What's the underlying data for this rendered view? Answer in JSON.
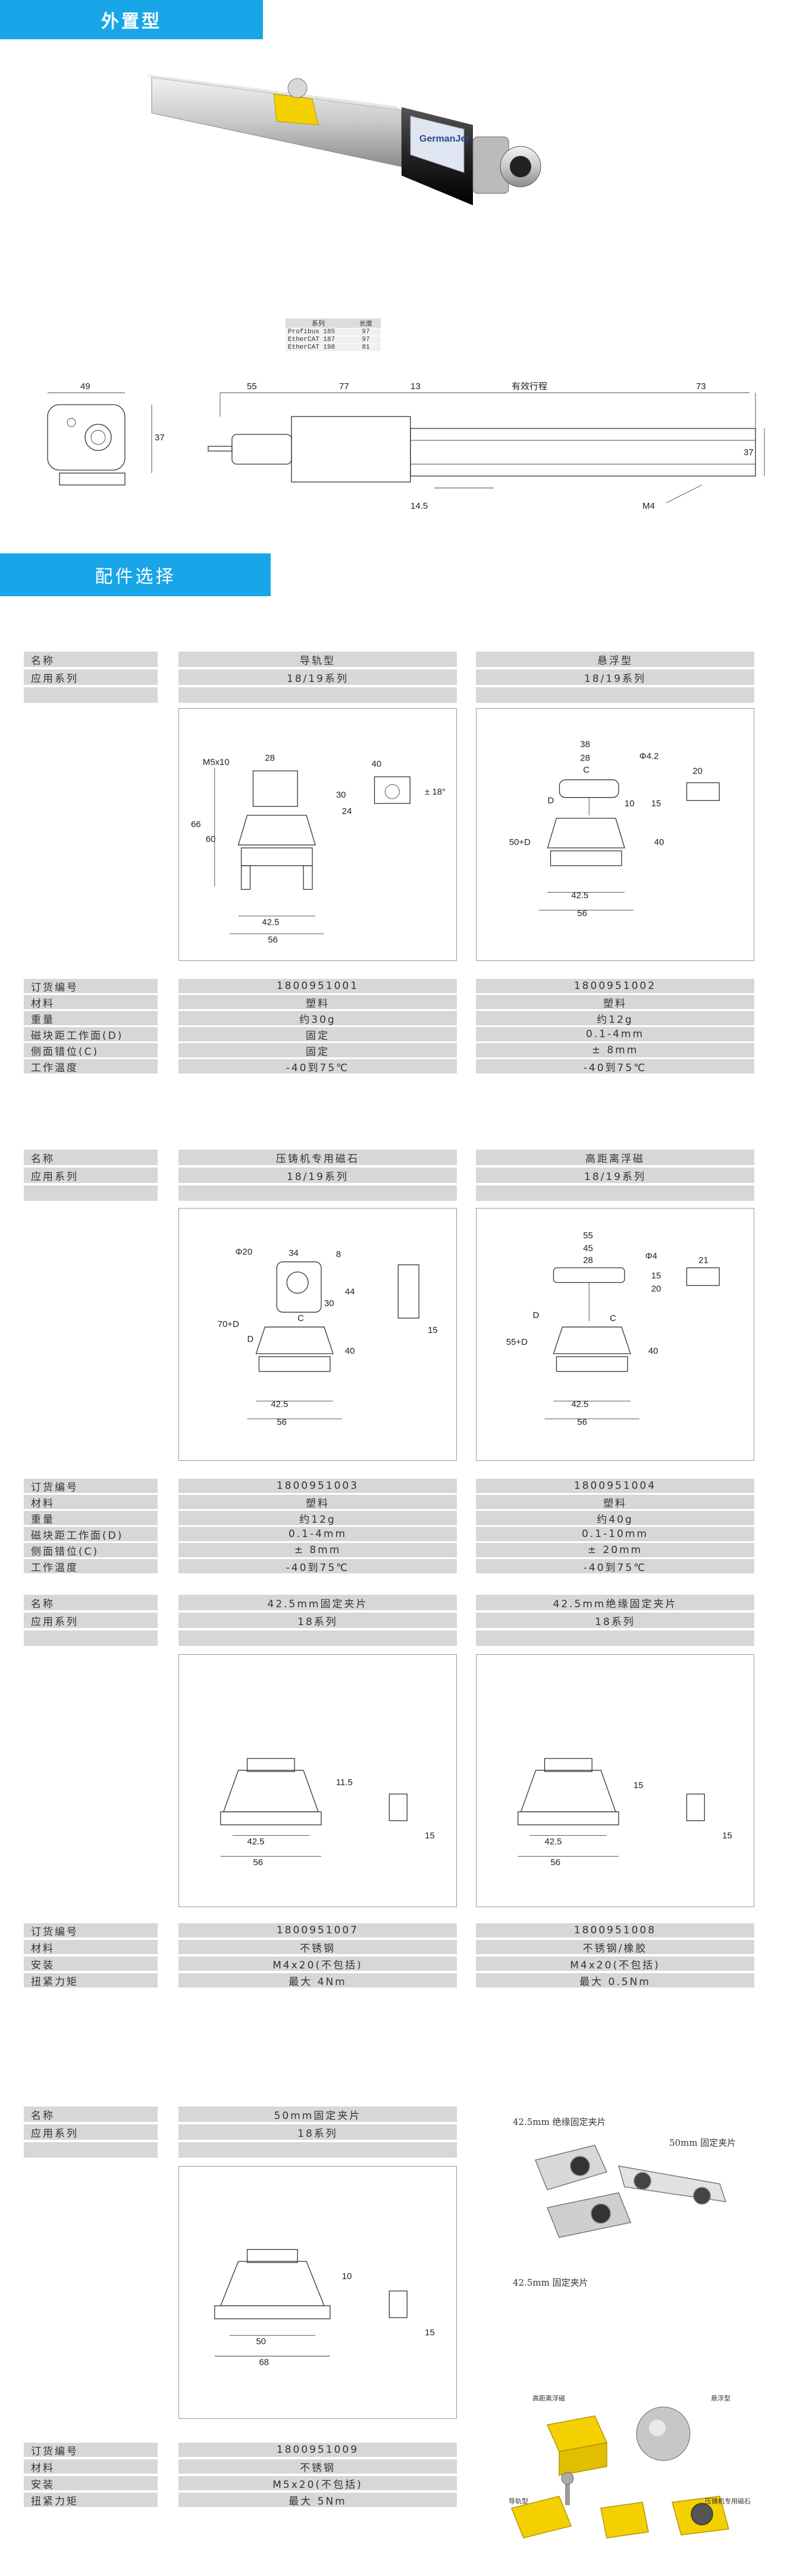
{
  "top_banner": "外置型",
  "accessory_banner": "配件选择",
  "series_table": {
    "headers": [
      "系列",
      "长度"
    ],
    "rows": [
      [
        "Profibus 185",
        "97"
      ],
      [
        "EtherCAT 187",
        "97"
      ],
      [
        "EtherCAT 198",
        "81"
      ]
    ]
  },
  "main_drawing": {
    "dims": [
      "49",
      "37",
      "55",
      "77",
      "13",
      "有效行程",
      "73",
      "37",
      "14.5",
      "M4"
    ]
  },
  "cards": [
    {
      "name_label": "名称",
      "name": "导轨型",
      "series_label": "应用系列",
      "series": "18/19系列",
      "dims": [
        "M5x10",
        "28",
        "40",
        "30",
        "24",
        "± 18°",
        "66",
        "60",
        "42.5",
        "56"
      ],
      "specs": [
        {
          "label": "订货编号",
          "value": "1800951001"
        },
        {
          "label": "材料",
          "value": "塑料"
        },
        {
          "label": "重量",
          "value": "约30g"
        },
        {
          "label": "磁块距工作面(D)",
          "value": "固定"
        },
        {
          "label": "侧面错位(C)",
          "value": "固定"
        },
        {
          "label": "工作温度",
          "value": "-40到75℃"
        }
      ]
    },
    {
      "name_label": "名称",
      "name": "悬浮型",
      "series_label": "应用系列",
      "series": "18/19系列",
      "dims": [
        "38",
        "28",
        "C",
        "Φ4.2",
        "20",
        "D",
        "10",
        "15",
        "50+D",
        "40",
        "42.5",
        "56"
      ],
      "specs": [
        {
          "label": "订货编号",
          "value": "1800951002"
        },
        {
          "label": "材料",
          "value": "塑料"
        },
        {
          "label": "重量",
          "value": "约12g"
        },
        {
          "label": "磁块距工作面(D)",
          "value": "0.1-4mm"
        },
        {
          "label": "侧面错位(C)",
          "value": "± 8mm"
        },
        {
          "label": "工作温度",
          "value": "-40到75℃"
        }
      ]
    },
    {
      "name_label": "名称",
      "name": "压铸机专用磁石",
      "series_label": "应用系列",
      "series": "18/19系列",
      "dims": [
        "Φ20",
        "34",
        "8",
        "44",
        "30",
        "C",
        "70+D",
        "D",
        "40",
        "15",
        "42.5",
        "56"
      ],
      "specs": [
        {
          "label": "订货编号",
          "value": "1800951003"
        },
        {
          "label": "材料",
          "value": "塑料"
        },
        {
          "label": "重量",
          "value": "约12g"
        },
        {
          "label": "磁块距工作面(D)",
          "value": "0.1-4mm"
        },
        {
          "label": "侧面错位(C)",
          "value": "± 8mm"
        },
        {
          "label": "工作温度",
          "value": "-40到75℃"
        }
      ]
    },
    {
      "name_label": "名称",
      "name": "高距离浮磁",
      "series_label": "应用系列",
      "series": "18/19系列",
      "dims": [
        "55",
        "45",
        "28",
        "Φ4",
        "21",
        "15",
        "20",
        "D",
        "C",
        "55+D",
        "40",
        "42.5",
        "56"
      ],
      "specs": [
        {
          "label": "订货编号",
          "value": "1800951004"
        },
        {
          "label": "材料",
          "value": "塑料"
        },
        {
          "label": "重量",
          "value": "约40g"
        },
        {
          "label": "磁块距工作面(D)",
          "value": "0.1-10mm"
        },
        {
          "label": "侧面错位(C)",
          "value": "± 20mm"
        },
        {
          "label": "工作温度",
          "value": "-40到75℃"
        }
      ]
    },
    {
      "name_label": "名称",
      "name": "42.5mm固定夹片",
      "series_label": "应用系列",
      "series": "18系列",
      "dims": [
        "11.5",
        "42.5",
        "15",
        "56"
      ],
      "specs": [
        {
          "label": "订货编号",
          "value": "1800951007"
        },
        {
          "label": "材料",
          "value": "不锈钢"
        },
        {
          "label": "安装",
          "value": "M4x20(不包括)"
        },
        {
          "label": "扭紧力矩",
          "value": "最大 4Nm"
        }
      ]
    },
    {
      "name_label": "名称",
      "name": "42.5mm绝缘固定夹片",
      "series_label": "应用系列",
      "series": "18系列",
      "dims": [
        "15",
        "42.5",
        "15",
        "56"
      ],
      "specs": [
        {
          "label": "订货编号",
          "value": "1800951008"
        },
        {
          "label": "材料",
          "value": "不锈钢/橡胶"
        },
        {
          "label": "安装",
          "value": "M4x20(不包括)"
        },
        {
          "label": "扭紧力矩",
          "value": "最大 0.5Nm"
        }
      ]
    },
    {
      "name_label": "名称",
      "name": "50mm固定夹片",
      "series_label": "应用系列",
      "series": "18系列",
      "dims": [
        "10",
        "50",
        "15",
        "68"
      ],
      "specs": [
        {
          "label": "订货编号",
          "value": "1800951009"
        },
        {
          "label": "材料",
          "value": "不锈钢"
        },
        {
          "label": "安装",
          "value": "M5x20(不包括)"
        },
        {
          "label": "扭紧力矩",
          "value": "最大 5Nm"
        }
      ]
    }
  ],
  "photo_captions": {
    "clip_insulated": "42.5mm 绝缘固定夹片",
    "clip_50": "50mm 固定夹片",
    "clip_42": "42.5mm 固定夹片",
    "high_float": "高距离浮磁",
    "float": "悬浮型",
    "rail": "导轨型",
    "die_cast": "压铸机专用磁石"
  },
  "colors": {
    "banner": "#19a6e8",
    "label_bg": "#d7d7d7",
    "magnet_yellow": "#f5d000"
  }
}
